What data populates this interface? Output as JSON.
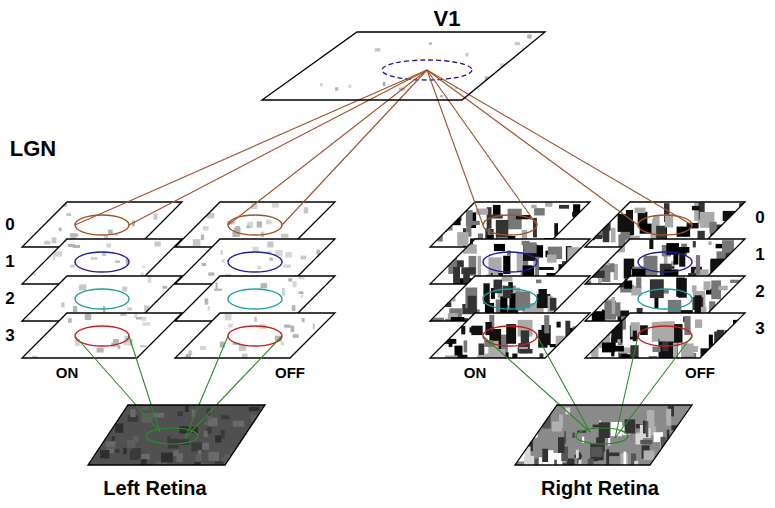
{
  "diagram": {
    "nodes": [
      {
        "text": [
          "V1"
        ]
      },
      {
        "text": [
          "Left Retina"
        ]
      },
      {
        "text": [
          "Right Retina"
        ]
      }
    ],
    "labels": [
      "LGN",
      "0",
      "1",
      "2",
      "3",
      "ON",
      "OFF",
      "ON",
      "OFF",
      "0",
      "1",
      "2",
      "3"
    ]
  }
}
